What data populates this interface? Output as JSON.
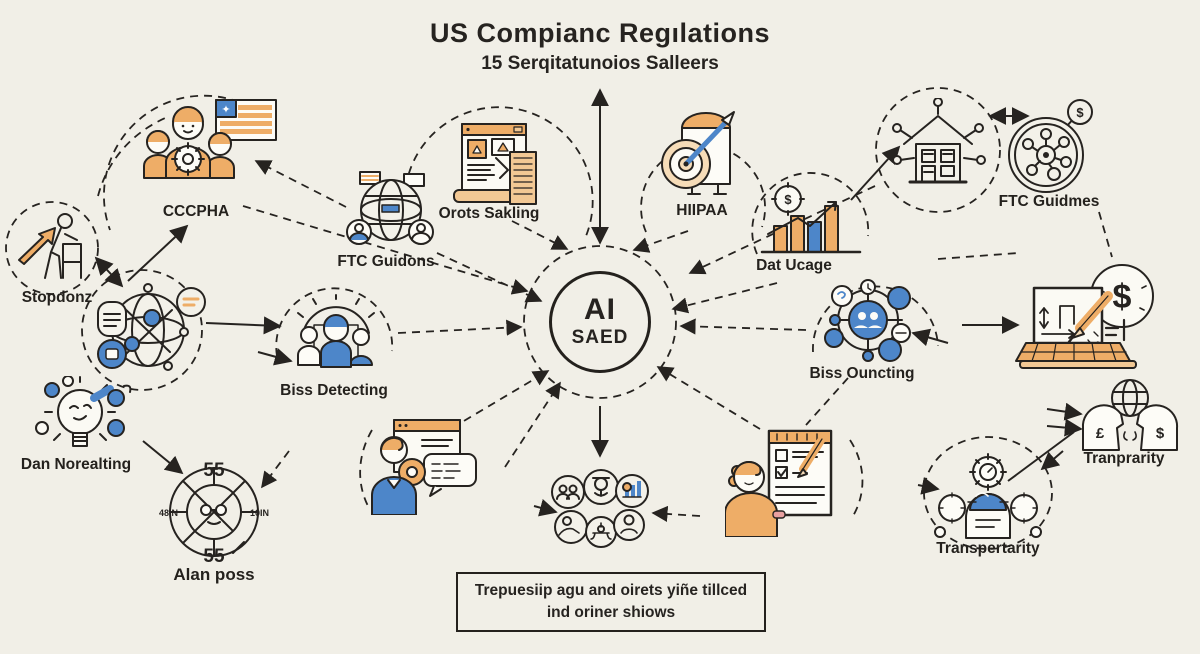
{
  "title": "US Compianc Regılations",
  "subtitle": "15 Serqitatunoios Salleers",
  "center": {
    "line1": "AI",
    "line2": "SAED"
  },
  "colors": {
    "background": "#f1efe7",
    "ink": "#262320",
    "orange": "#eead67",
    "orange_light": "#f2c894",
    "blue": "#4d86c9",
    "blue_light": "#8cb4e2"
  },
  "nodes": {
    "stopdonz": {
      "label": "Stopdonz"
    },
    "cccpha": {
      "label": "CCCPHA"
    },
    "ftc_guidons": {
      "label": "FTC Guidons"
    },
    "orots_sakling": {
      "label": "Orots Sakling"
    },
    "hiipaa": {
      "label": "HIIPAA"
    },
    "dat_ucage": {
      "label": "Dat Ucage"
    },
    "ftc_guidmes": {
      "label": "FTC Guidmes"
    },
    "biss_detecting": {
      "label": "Biss Detecting"
    },
    "dan_norealting": {
      "label": "Dan Norealting"
    },
    "alan_poss": {
      "label": "Alan poss",
      "value_top": "55",
      "value_bottom": "55",
      "value_left": "48IN",
      "value_right": "10IN"
    },
    "biss_ouncting": {
      "label": "Biss Ouncting"
    },
    "tranprarity": {
      "label": "Tranprarity"
    },
    "transpertarity": {
      "label": "Transpertarity"
    }
  },
  "glyphs": {
    "dollar": "$",
    "pound": "£",
    "star": "✦"
  },
  "footer": {
    "line1": "Trepuesiip agu and oirets yiñe tillced",
    "line2": "ind oriner shiows"
  }
}
